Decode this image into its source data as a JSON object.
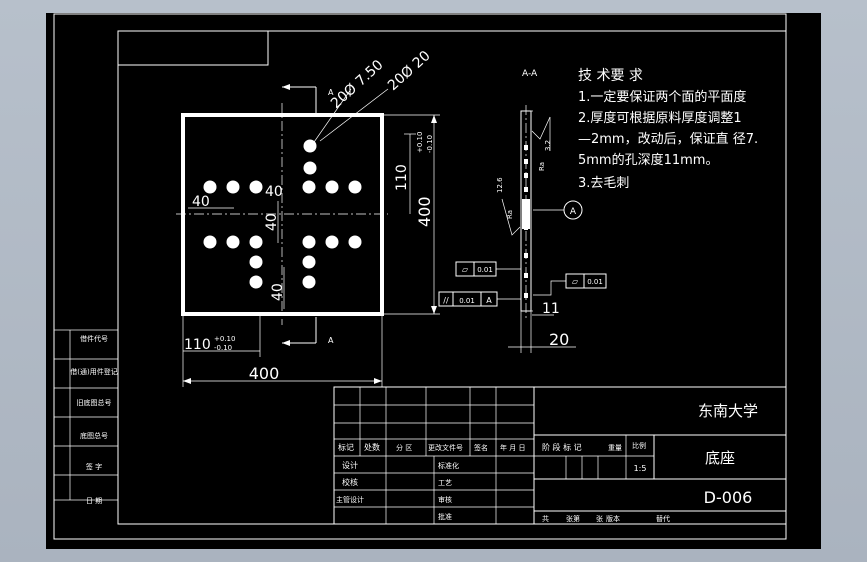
{
  "tech_requirements": {
    "title": "技 术要 求",
    "line1": "1.一定要保证两个面的平面度",
    "line2": "2.厚度可根据原料厚度调整1",
    "line3": "—2mm，改动后，保证直 径7.",
    "line4": "5mm的孔深度11mm。",
    "line5": "3.去毛刺"
  },
  "front_view": {
    "callout_hole_small": "20Ø 7.50",
    "callout_hole_large": "20Ø 20",
    "section_mark": "A",
    "dim_pitch_h1": "40",
    "dim_pitch_h2": "40",
    "dim_pitch_v1": "40",
    "dim_pitch_v2": "40",
    "dim_offset_v": "110",
    "dim_tol_upper": "+0.10",
    "dim_tol_lower": "-0.10",
    "dim_height": "400",
    "dim_offset_h": "110",
    "dim_width": "400"
  },
  "section_view": {
    "title": "A-A",
    "roughness_1": "3.2",
    "roughness_label": "Ra",
    "roughness_2": "12.6",
    "datum": "A",
    "flatness_1": "0.01",
    "parallelism": "0.01",
    "parallel_datum": "A",
    "flatness_2": "0.01",
    "dim_depth": "11",
    "dim_thickness": "20"
  },
  "title_block": {
    "school": "东南大学",
    "part_name": "底座",
    "drawing_no": "D-006",
    "scale": "1:5",
    "row_header": [
      "标记",
      "处数",
      "分 区",
      "更改文件号",
      "签名",
      "年 月 日"
    ],
    "stage_header": [
      "阶 段 标 记",
      "重量",
      "比例"
    ],
    "labels": [
      "设计",
      "标准化",
      "校核",
      "工艺",
      "主管设计",
      "审核",
      "批准"
    ],
    "bottom": [
      "共",
      "张第",
      "张",
      "版本",
      "替代"
    ]
  },
  "side_labels": [
    "借件代号",
    "借(通)用件登记",
    "旧底图总号",
    "底图总号",
    "签 字",
    "日 期"
  ]
}
